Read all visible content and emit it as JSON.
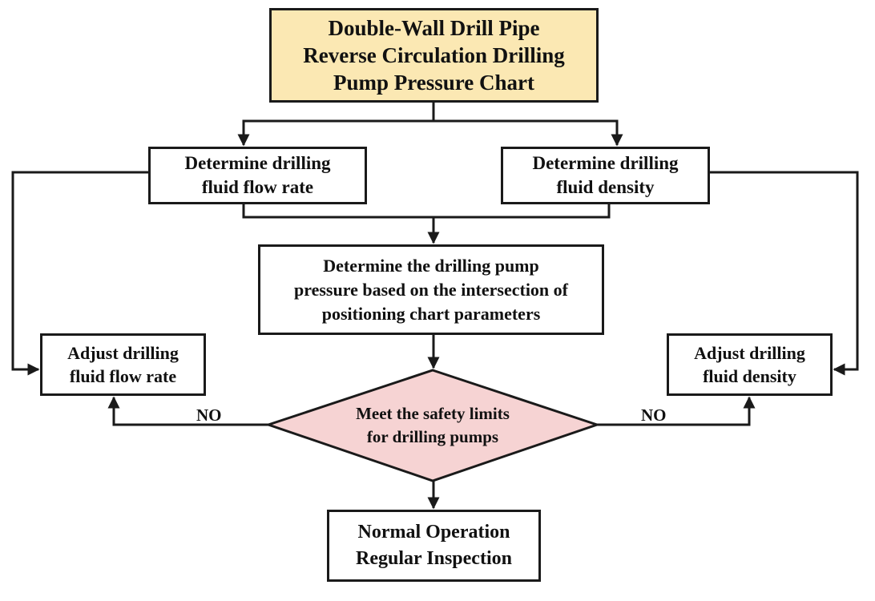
{
  "colors": {
    "title_fill": "#fbe8b3",
    "diamond_fill": "#f6d3d3",
    "stroke": "#1a1a1a",
    "text": "#111111"
  },
  "title": {
    "lines": [
      "Double-Wall Drill Pipe",
      "Reverse Circulation Drilling",
      "Pump Pressure Chart"
    ]
  },
  "flow_rate": {
    "lines": [
      "Determine drilling",
      "fluid flow rate"
    ]
  },
  "density": {
    "lines": [
      "Determine drilling",
      "fluid density"
    ]
  },
  "pump_pressure": {
    "lines": [
      "Determine the drilling pump",
      "pressure based on the intersection of",
      "positioning chart parameters"
    ]
  },
  "adjust_flow": {
    "lines": [
      "Adjust drilling",
      "fluid flow rate"
    ]
  },
  "adjust_density": {
    "lines": [
      "Adjust drilling",
      "fluid density"
    ]
  },
  "decision": {
    "lines": [
      "Meet the safety limits",
      "for drilling pumps"
    ]
  },
  "normal": {
    "lines": [
      "Normal Operation",
      "Regular Inspection"
    ]
  },
  "no_left": "NO",
  "no_right": "NO"
}
